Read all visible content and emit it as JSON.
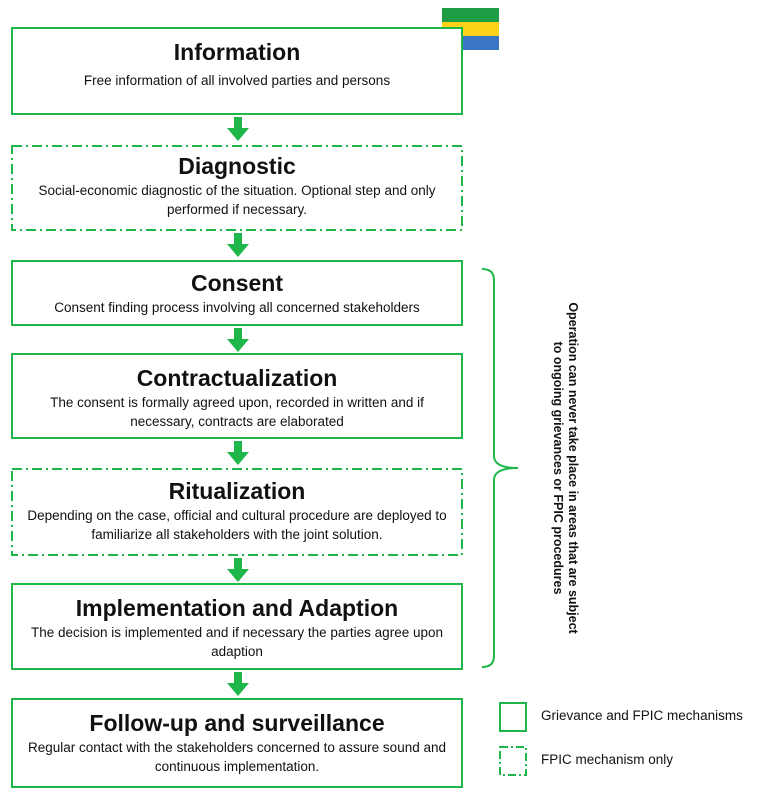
{
  "colors": {
    "green": "#1fb74a",
    "flag_green": "#1e9d45",
    "flag_yellow": "#ffd21a",
    "flag_blue": "#3a75c4"
  },
  "steps": [
    {
      "title": "Information",
      "desc": "Free information of all involved parties and persons",
      "style": "solid"
    },
    {
      "title": "Diagnostic",
      "desc": "Social-economic diagnostic of the situation. Optional step and only performed if necessary.",
      "style": "dashed"
    },
    {
      "title": "Consent",
      "desc": "Consent finding process involving all concerned stakeholders",
      "style": "solid"
    },
    {
      "title": "Contractualization",
      "desc": "The consent is formally agreed upon, recorded in written and if necessary, contracts are elaborated",
      "style": "solid"
    },
    {
      "title": "Ritualization",
      "desc": "Depending on the case, official and cultural procedure are deployed to familiarize all stakeholders with the joint solution.",
      "style": "dashed"
    },
    {
      "title": "Implementation and Adaption",
      "desc": "The decision is implemented and if necessary the parties agree upon adaption",
      "style": "solid"
    },
    {
      "title": "Follow-up and surveillance",
      "desc": "Regular contact with the stakeholders concerned to assure sound and continuous implementation.",
      "style": "solid"
    }
  ],
  "side_note": {
    "line1": "Operation can never take place in areas that are subject",
    "line2": "to ongoing grievances or FPIC procedures"
  },
  "legend": [
    {
      "label": "Grievance and FPIC mechanisms",
      "style": "solid"
    },
    {
      "label": "FPIC mechanism only",
      "style": "dashed"
    }
  ]
}
